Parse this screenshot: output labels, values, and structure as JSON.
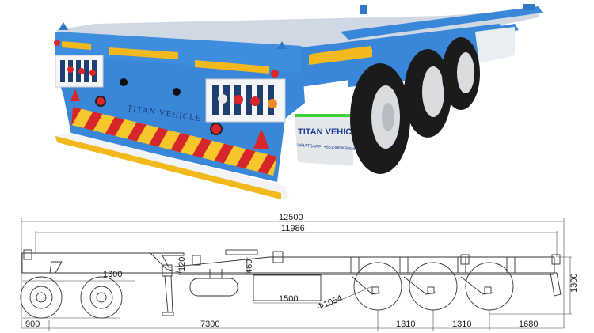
{
  "photo": {
    "subject": "tri-axle skeletal container semi-trailer, rear three-quarter view",
    "body_color": "#3a86d8",
    "reflective_stripe_color": "#f2b81c",
    "chevron_red": "#d6262a",
    "chevron_yellow": "#f6c62a",
    "rear_embossed_text": "TITAN VEHICLE",
    "mudflap": {
      "brand": "TITAN VEHICLE",
      "contact": "WHATSAPP: +8613064064064"
    }
  },
  "drawing": {
    "dimensions": {
      "overall_length": "12500",
      "frame_length": "11986",
      "front_overhang": "900",
      "kingpin_to_axle": "7300",
      "axle_spacing_1": "1310",
      "axle_spacing_2": "1310",
      "rear_overhang": "1680",
      "wheel_diameter": "Φ1054",
      "height": "1300",
      "neck_height": "120",
      "frame_depth": "469",
      "tank_length": "1500",
      "landing_gear_partial": "1300"
    }
  }
}
